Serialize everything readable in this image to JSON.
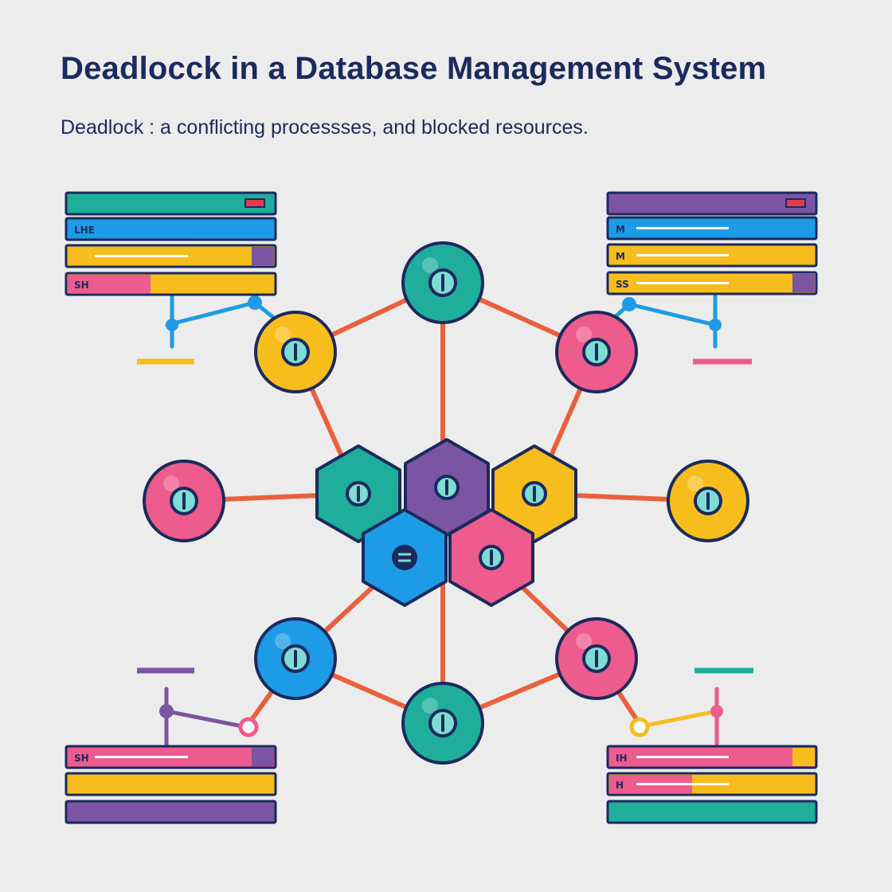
{
  "header": {
    "title": "Deadlocck in a Database Management System",
    "subtitle": "Deadlock : a conflicting processses, and blocked resources."
  },
  "colors": {
    "background": "#ececec",
    "outline": "#1b2a5e",
    "edge": "#e8613c",
    "teal": "#1fae9b",
    "purple": "#7b55a3",
    "yellow": "#f7bd1d",
    "blue": "#1e9be6",
    "pink": "#ee5b8d",
    "glyph": "#7fdcd2"
  },
  "process_nodes": [
    {
      "id": "process-top",
      "color": "teal"
    },
    {
      "id": "process-upper-left",
      "color": "yellow"
    },
    {
      "id": "process-upper-right",
      "color": "pink"
    },
    {
      "id": "process-left",
      "color": "pink"
    },
    {
      "id": "process-right",
      "color": "yellow"
    },
    {
      "id": "process-lower-left",
      "color": "blue"
    },
    {
      "id": "process-lower-right",
      "color": "pink"
    },
    {
      "id": "process-bottom",
      "color": "teal"
    }
  ],
  "resource_hexagons": [
    {
      "id": "resource-teal",
      "color": "teal"
    },
    {
      "id": "resource-purple",
      "color": "purple"
    },
    {
      "id": "resource-yellow",
      "color": "yellow"
    },
    {
      "id": "resource-blue",
      "color": "blue",
      "glyph": "equals"
    },
    {
      "id": "resource-pink",
      "color": "pink"
    }
  ],
  "panels": [
    {
      "id": "top-left",
      "rows": [
        {
          "color": "teal",
          "label": "",
          "indicator": true
        },
        {
          "color": "blue",
          "label": "LHE"
        },
        {
          "color": "yellow",
          "label": "",
          "line": true,
          "tail": "purple"
        },
        {
          "color": "yellow",
          "label": "",
          "head": "pink",
          "tag": "SH"
        }
      ]
    },
    {
      "id": "top-right",
      "rows": [
        {
          "color": "purple",
          "label": "",
          "indicator": true
        },
        {
          "color": "blue",
          "label": "M",
          "line": true
        },
        {
          "color": "yellow",
          "label": "M",
          "line": true
        },
        {
          "color": "yellow",
          "label": "SS",
          "line": true,
          "tail": "purple"
        }
      ]
    },
    {
      "id": "bottom-left",
      "rows": [
        {
          "color": "pink",
          "label": "SH",
          "line": true,
          "tail": "purple"
        },
        {
          "color": "yellow",
          "label": ""
        },
        {
          "color": "purple",
          "label": ""
        }
      ]
    },
    {
      "id": "bottom-right",
      "rows": [
        {
          "color": "pink",
          "label": "IH",
          "line": true,
          "tail": "yellow"
        },
        {
          "color": "yellow",
          "label": "H",
          "line": true,
          "head": "pink"
        },
        {
          "color": "teal",
          "label": ""
        }
      ]
    }
  ]
}
